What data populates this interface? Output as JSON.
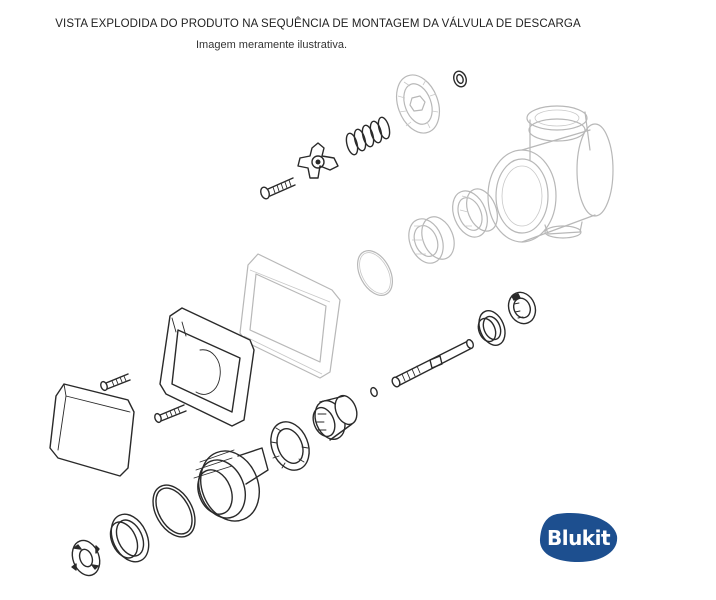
{
  "header": {
    "title": "VISTA EXPLODIDA DO PRODUTO NA SEQUÊNCIA DE MONTAGEM DA VÁLVULA DE DESCARGA",
    "subtitle": "Imagem meramente ilustrativa."
  },
  "brand": {
    "logo_text": "Blukit",
    "logo_color": "#1d4f8f"
  },
  "colors": {
    "line": "#2a2a2a",
    "ghost_line": "#b8b8b8",
    "background": "#ffffff"
  }
}
